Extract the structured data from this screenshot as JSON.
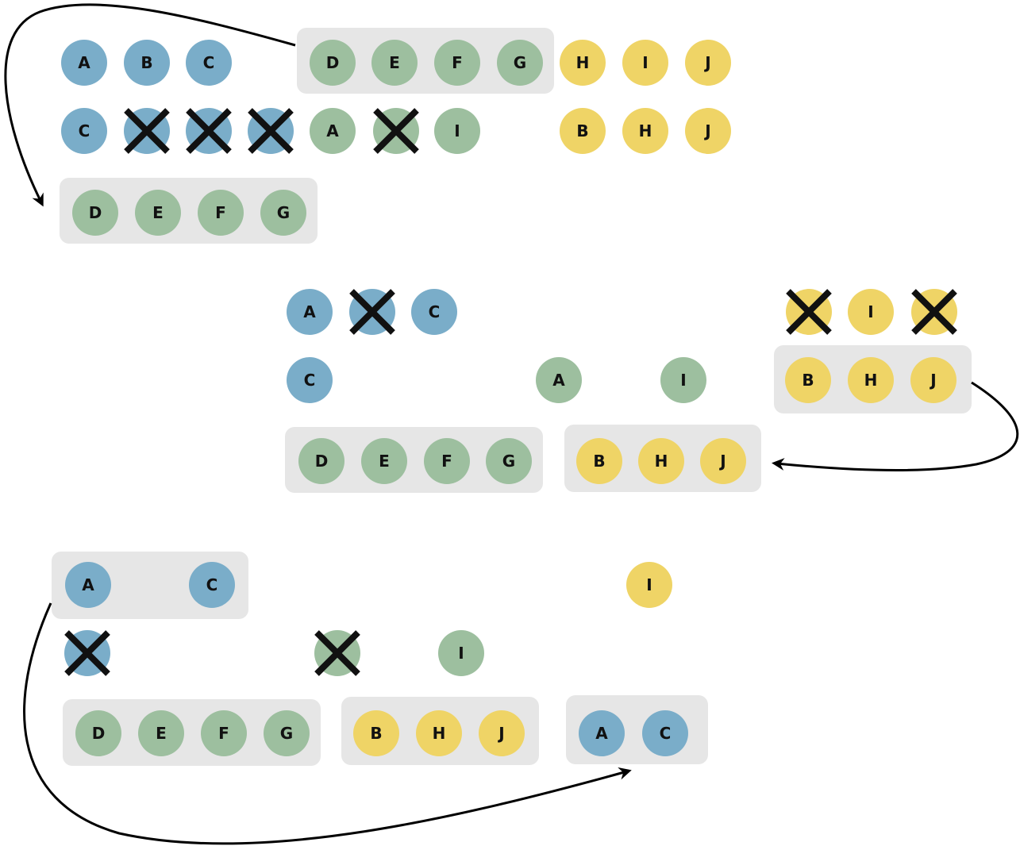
{
  "colors": {
    "blue": "#7aadc9",
    "green": "#9dbf9f",
    "yellow": "#efd466",
    "group_bg": "#e6e6e6",
    "cross": "#111111",
    "arrow": "#000000"
  },
  "stages": [
    {
      "name": "stage-1",
      "rows": [
        {
          "name": "row-1",
          "nodes": [
            {
              "label": "A",
              "color": "blue",
              "crossed": false
            },
            {
              "label": "B",
              "color": "blue",
              "crossed": false
            },
            {
              "label": "C",
              "color": "blue",
              "crossed": false
            },
            {
              "label": "D",
              "color": "green",
              "crossed": false,
              "group": "g1"
            },
            {
              "label": "E",
              "color": "green",
              "crossed": false,
              "group": "g1"
            },
            {
              "label": "F",
              "color": "green",
              "crossed": false,
              "group": "g1"
            },
            {
              "label": "G",
              "color": "green",
              "crossed": false,
              "group": "g1"
            },
            {
              "label": "H",
              "color": "yellow",
              "crossed": false
            },
            {
              "label": "I",
              "color": "yellow",
              "crossed": false
            },
            {
              "label": "J",
              "color": "yellow",
              "crossed": false
            }
          ]
        },
        {
          "name": "row-2",
          "nodes": [
            {
              "label": "C",
              "color": "blue",
              "crossed": false
            },
            {
              "label": "",
              "color": "blue",
              "crossed": true
            },
            {
              "label": "",
              "color": "blue",
              "crossed": true
            },
            {
              "label": "",
              "color": "blue",
              "crossed": true
            },
            {
              "label": "A",
              "color": "green",
              "crossed": false
            },
            {
              "label": "",
              "color": "green",
              "crossed": true
            },
            {
              "label": "I",
              "color": "green",
              "crossed": false
            },
            {
              "label": "B",
              "color": "yellow",
              "crossed": false
            },
            {
              "label": "H",
              "color": "yellow",
              "crossed": false
            },
            {
              "label": "J",
              "color": "yellow",
              "crossed": false
            }
          ]
        },
        {
          "name": "row-3",
          "nodes": [
            {
              "label": "D",
              "color": "green",
              "crossed": false,
              "group": "g2"
            },
            {
              "label": "E",
              "color": "green",
              "crossed": false,
              "group": "g2"
            },
            {
              "label": "F",
              "color": "green",
              "crossed": false,
              "group": "g2"
            },
            {
              "label": "G",
              "color": "green",
              "crossed": false,
              "group": "g2"
            }
          ]
        }
      ]
    },
    {
      "name": "stage-2",
      "rows": [
        {
          "name": "row-1",
          "nodes": [
            {
              "label": "A",
              "color": "blue",
              "crossed": false
            },
            {
              "label": "",
              "color": "blue",
              "crossed": true
            },
            {
              "label": "C",
              "color": "blue",
              "crossed": false
            },
            {
              "label": "",
              "color": "yellow",
              "crossed": true
            },
            {
              "label": "I",
              "color": "yellow",
              "crossed": false
            },
            {
              "label": "",
              "color": "yellow",
              "crossed": true
            }
          ]
        },
        {
          "name": "row-2",
          "nodes": [
            {
              "label": "C",
              "color": "blue",
              "crossed": false
            },
            {
              "label": "A",
              "color": "green",
              "crossed": false
            },
            {
              "label": "I",
              "color": "green",
              "crossed": false
            },
            {
              "label": "B",
              "color": "yellow",
              "crossed": false,
              "group": "g3"
            },
            {
              "label": "H",
              "color": "yellow",
              "crossed": false,
              "group": "g3"
            },
            {
              "label": "J",
              "color": "yellow",
              "crossed": false,
              "group": "g3"
            }
          ]
        },
        {
          "name": "row-3",
          "nodes": [
            {
              "label": "D",
              "color": "green",
              "crossed": false,
              "group": "g4"
            },
            {
              "label": "E",
              "color": "green",
              "crossed": false,
              "group": "g4"
            },
            {
              "label": "F",
              "color": "green",
              "crossed": false,
              "group": "g4"
            },
            {
              "label": "G",
              "color": "green",
              "crossed": false,
              "group": "g4"
            },
            {
              "label": "B",
              "color": "yellow",
              "crossed": false,
              "group": "g5"
            },
            {
              "label": "H",
              "color": "yellow",
              "crossed": false,
              "group": "g5"
            },
            {
              "label": "J",
              "color": "yellow",
              "crossed": false,
              "group": "g5"
            }
          ]
        }
      ]
    },
    {
      "name": "stage-3",
      "rows": [
        {
          "name": "row-1",
          "nodes": [
            {
              "label": "A",
              "color": "blue",
              "crossed": false,
              "group": "g6"
            },
            {
              "label": "C",
              "color": "blue",
              "crossed": false,
              "group": "g6"
            },
            {
              "label": "I",
              "color": "yellow",
              "crossed": false
            }
          ]
        },
        {
          "name": "row-2",
          "nodes": [
            {
              "label": "",
              "color": "blue",
              "crossed": true
            },
            {
              "label": "",
              "color": "green",
              "crossed": true
            },
            {
              "label": "I",
              "color": "green",
              "crossed": false
            }
          ]
        },
        {
          "name": "row-3",
          "nodes": [
            {
              "label": "D",
              "color": "green",
              "crossed": false,
              "group": "g7"
            },
            {
              "label": "E",
              "color": "green",
              "crossed": false,
              "group": "g7"
            },
            {
              "label": "F",
              "color": "green",
              "crossed": false,
              "group": "g7"
            },
            {
              "label": "G",
              "color": "green",
              "crossed": false,
              "group": "g7"
            },
            {
              "label": "B",
              "color": "yellow",
              "crossed": false,
              "group": "g8"
            },
            {
              "label": "H",
              "color": "yellow",
              "crossed": false,
              "group": "g8"
            },
            {
              "label": "J",
              "color": "yellow",
              "crossed": false,
              "group": "g8"
            },
            {
              "label": "A",
              "color": "blue",
              "crossed": false,
              "group": "g9"
            },
            {
              "label": "C",
              "color": "blue",
              "crossed": false,
              "group": "g9"
            }
          ]
        }
      ]
    }
  ],
  "arrows": [
    {
      "name": "arrow-move-defg-down"
    },
    {
      "name": "arrow-move-bhj-left"
    },
    {
      "name": "arrow-move-ac-right"
    }
  ]
}
